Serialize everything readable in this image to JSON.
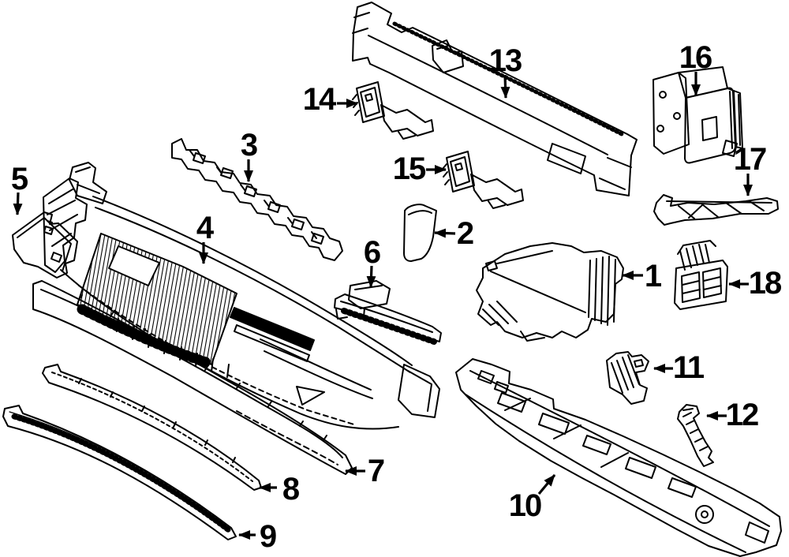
{
  "colors": {
    "background": "#ffffff",
    "ink": "#000000"
  },
  "callouts": [
    "1",
    "2",
    "3",
    "4",
    "5",
    "6",
    "7",
    "8",
    "9",
    "10",
    "11",
    "12",
    "13",
    "14",
    "15",
    "16",
    "17",
    "18"
  ]
}
